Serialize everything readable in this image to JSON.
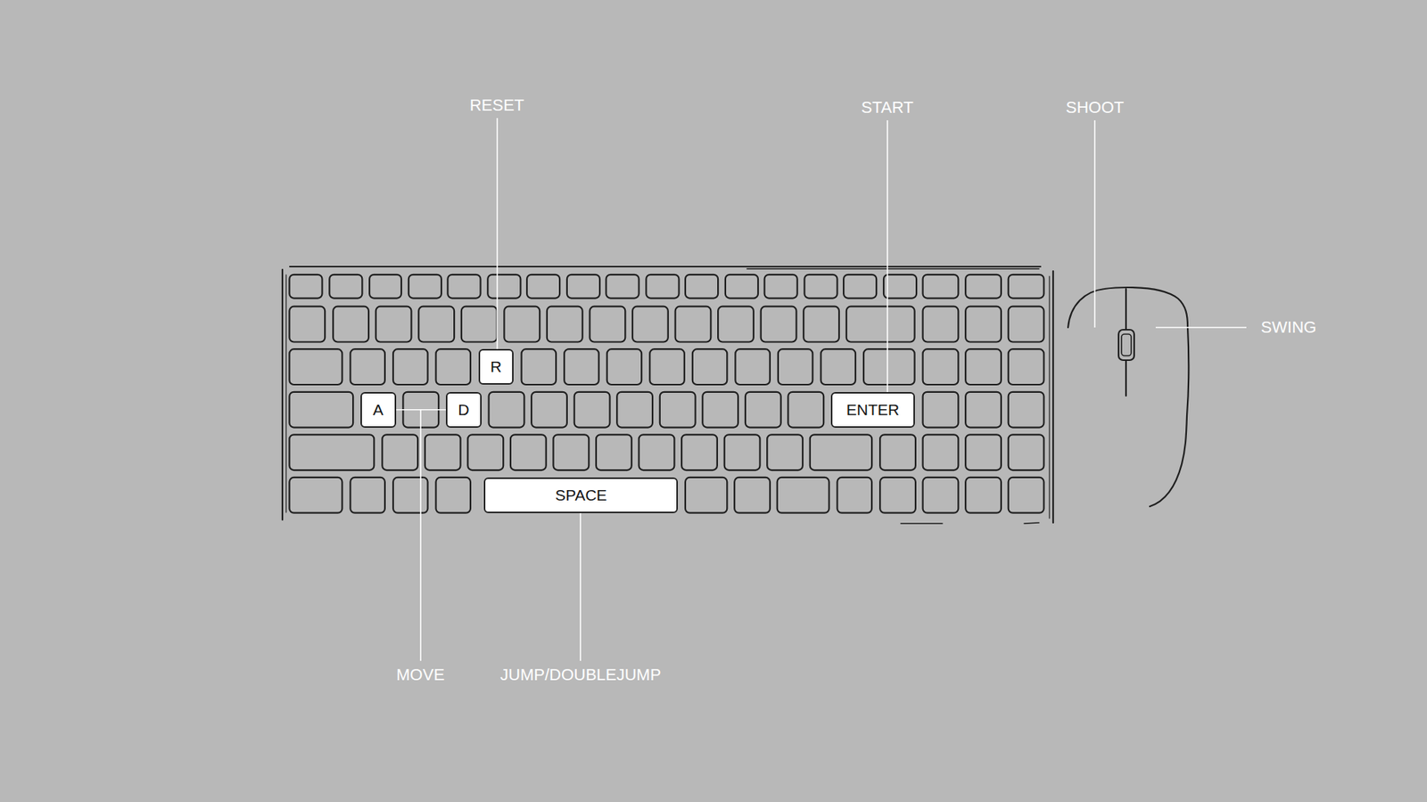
{
  "diagram": {
    "nodes": [
      {
        "text": [
          "R"
        ]
      },
      {
        "text": [
          "A"
        ]
      },
      {
        "text": [
          "D"
        ]
      },
      {
        "text": [
          "ENTER"
        ]
      },
      {
        "text": [
          "SPACE"
        ]
      }
    ],
    "edges": [
      {
        "from": 1,
        "to": 2,
        "arrow": "none"
      }
    ],
    "labels": [
      "RESET",
      "START",
      "SHOOT",
      "SWING",
      "MOVE",
      "JUMP/DOUBLEJUMP"
    ]
  }
}
